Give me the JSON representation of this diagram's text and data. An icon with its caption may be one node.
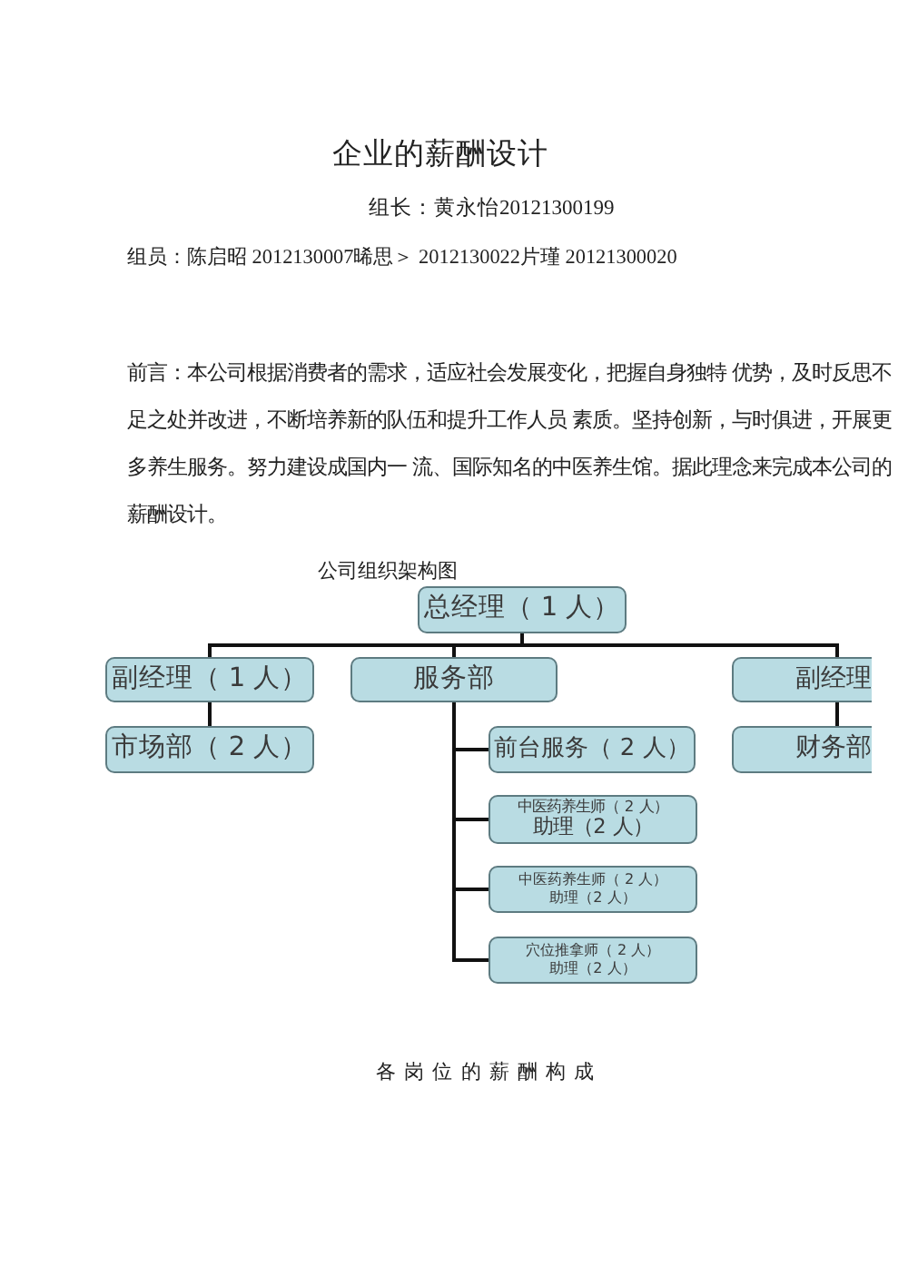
{
  "diagram": {
    "title": "企业的薪酬设计",
    "nodes": [
      {
        "text": [
          "总经理（ 1 人）"
        ]
      },
      {
        "text": [
          "副经理（ 1 人）"
        ]
      },
      {
        "text": [
          "服务部"
        ]
      },
      {
        "text": [
          "副经理"
        ]
      },
      {
        "text": [
          "市场部（ 2 人）"
        ]
      },
      {
        "text": [
          "前台服务（ 2 人）"
        ]
      },
      {
        "text": [
          "财务部"
        ]
      },
      {
        "text": [
          "中医药养生师（ 2 人）",
          "助理（2 人）"
        ]
      },
      {
        "text": [
          "中医药养生师（ 2 人）",
          "助理（2 人）"
        ]
      },
      {
        "text": [
          "穴位推拿师（ 2 人）",
          "助理（2 人）"
        ]
      }
    ],
    "edges": [
      {
        "from": 0,
        "to": 1,
        "arrow": "none"
      },
      {
        "from": 0,
        "to": 2,
        "arrow": "none"
      },
      {
        "from": 0,
        "to": 3,
        "arrow": "none"
      },
      {
        "from": 1,
        "to": 4,
        "arrow": "none"
      },
      {
        "from": 2,
        "to": 5,
        "arrow": "none"
      },
      {
        "from": 2,
        "to": 7,
        "arrow": "none"
      },
      {
        "from": 2,
        "to": 8,
        "arrow": "none"
      },
      {
        "from": 2,
        "to": 9,
        "arrow": "none"
      },
      {
        "from": 3,
        "to": 6,
        "arrow": "none"
      }
    ],
    "labels": [
      "组长：黄永怡20121300199",
      "组员：陈启昭 2012130007晞思＞ 2012130022片瑾 20121300020",
      "前言：本公司根据消费者的需求，适应社会发展变化，把握自身独特 优势，及时反思不足之处并改进，不断培养新的队伍和提升工作人员 素质。坚持创新，与时俱进，开展更多养生服务。努力建设成国内一 流、国际知名的中医养生馆。据此理念来完成本公司的薪酬设计。",
      "公司组织架构图",
      "各岗位的薪酬构成"
    ]
  }
}
